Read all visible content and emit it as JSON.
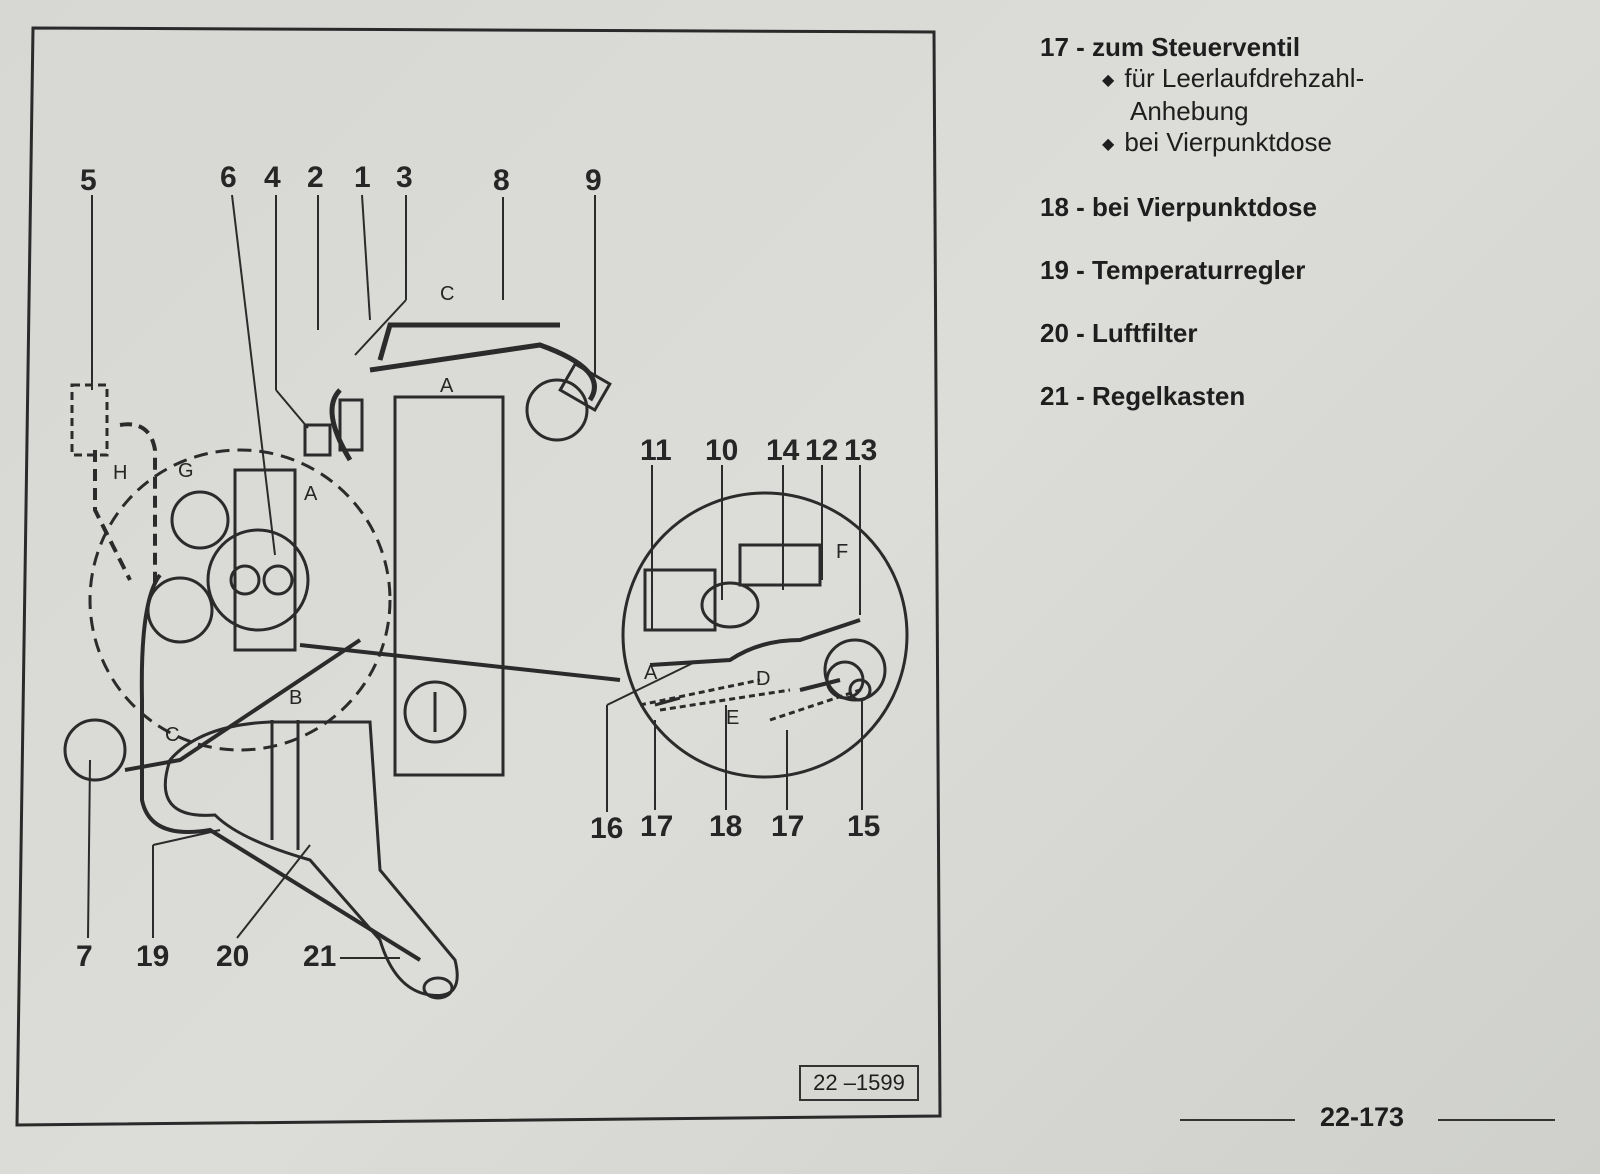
{
  "diagram": {
    "labels_top": [
      "5",
      "6",
      "4",
      "2",
      "1",
      "3",
      "8",
      "9"
    ],
    "labels_detail_top": [
      "11",
      "10",
      "14",
      "12",
      "13"
    ],
    "labels_detail_bottom": [
      "16",
      "17",
      "18",
      "17",
      "15"
    ],
    "labels_bottom": [
      "7",
      "19",
      "20",
      "21"
    ],
    "letters": [
      "C",
      "A",
      "H",
      "G",
      "A",
      "B",
      "C",
      "F",
      "A",
      "D",
      "E"
    ],
    "figure_code": "22 –1599"
  },
  "legend": {
    "items": [
      {
        "num_text": "17 - zum Steuerventil",
        "subs": [
          "für Leerlaufdrehzahl-",
          "Anhebung",
          "bei Vierpunktdose"
        ]
      },
      {
        "num_text": "18 - bei Vierpunktdose"
      },
      {
        "num_text": "19 - Temperaturregler"
      },
      {
        "num_text": "20 - Luftfilter"
      },
      {
        "num_text": "21 - Regelkasten"
      }
    ],
    "bullet": "◆"
  },
  "footer": {
    "page_number": "22-173"
  }
}
